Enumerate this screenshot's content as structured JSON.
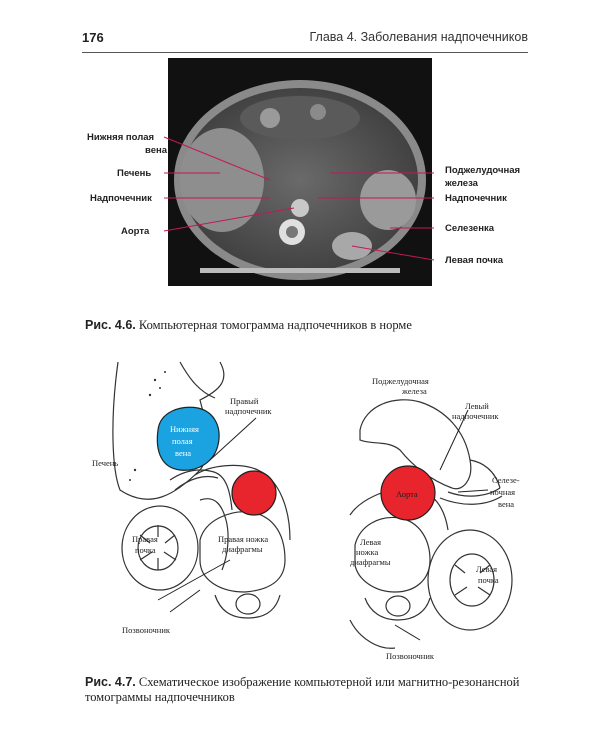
{
  "header": {
    "page_number": "176",
    "chapter_title": "Глава 4. Заболевания надпочечников"
  },
  "figure1": {
    "caption_label": "Рис. 4.6.",
    "caption_text": " Компьютерная томограмма надпочечников в норме",
    "labels_left": [
      "Нижняя полая",
      "вена",
      "Печень",
      "Надпочечник",
      "Аорта"
    ],
    "labels_right": [
      "Поджелудочная",
      "железа",
      "Надпочечник",
      "Селезенка",
      "Левая почка"
    ]
  },
  "figure2": {
    "caption_label": "Рис. 4.7.",
    "caption_text_line1": " Схематическое изображение компьютерной или магнитно-резонансной",
    "caption_text_line2": "томограммы надпочечников",
    "left": {
      "ivc": [
        "Нижняя",
        "полая",
        "вена"
      ],
      "right_adrenal": [
        "Правый",
        "надпочечник"
      ],
      "liver": "Печень",
      "right_kidney": [
        "Правая",
        "почка"
      ],
      "right_crus": [
        "Правая ножка",
        "диафрагмы"
      ],
      "spine": "Позвоночник"
    },
    "right": {
      "pancreas": [
        "Поджелудочная",
        "железа"
      ],
      "left_adrenal": [
        "Левый",
        "надпочечник"
      ],
      "aorta": "Аорта",
      "splenic_vein": [
        "Селезе-",
        "ночная",
        "вена"
      ],
      "left_crus": [
        "Левая",
        "ножка",
        "диафрагмы"
      ],
      "left_kidney": [
        "Левая",
        "почка"
      ],
      "spine": "Позвоночник"
    },
    "colors": {
      "ivc": "#1aa3e0",
      "aorta": "#e8242c"
    }
  }
}
